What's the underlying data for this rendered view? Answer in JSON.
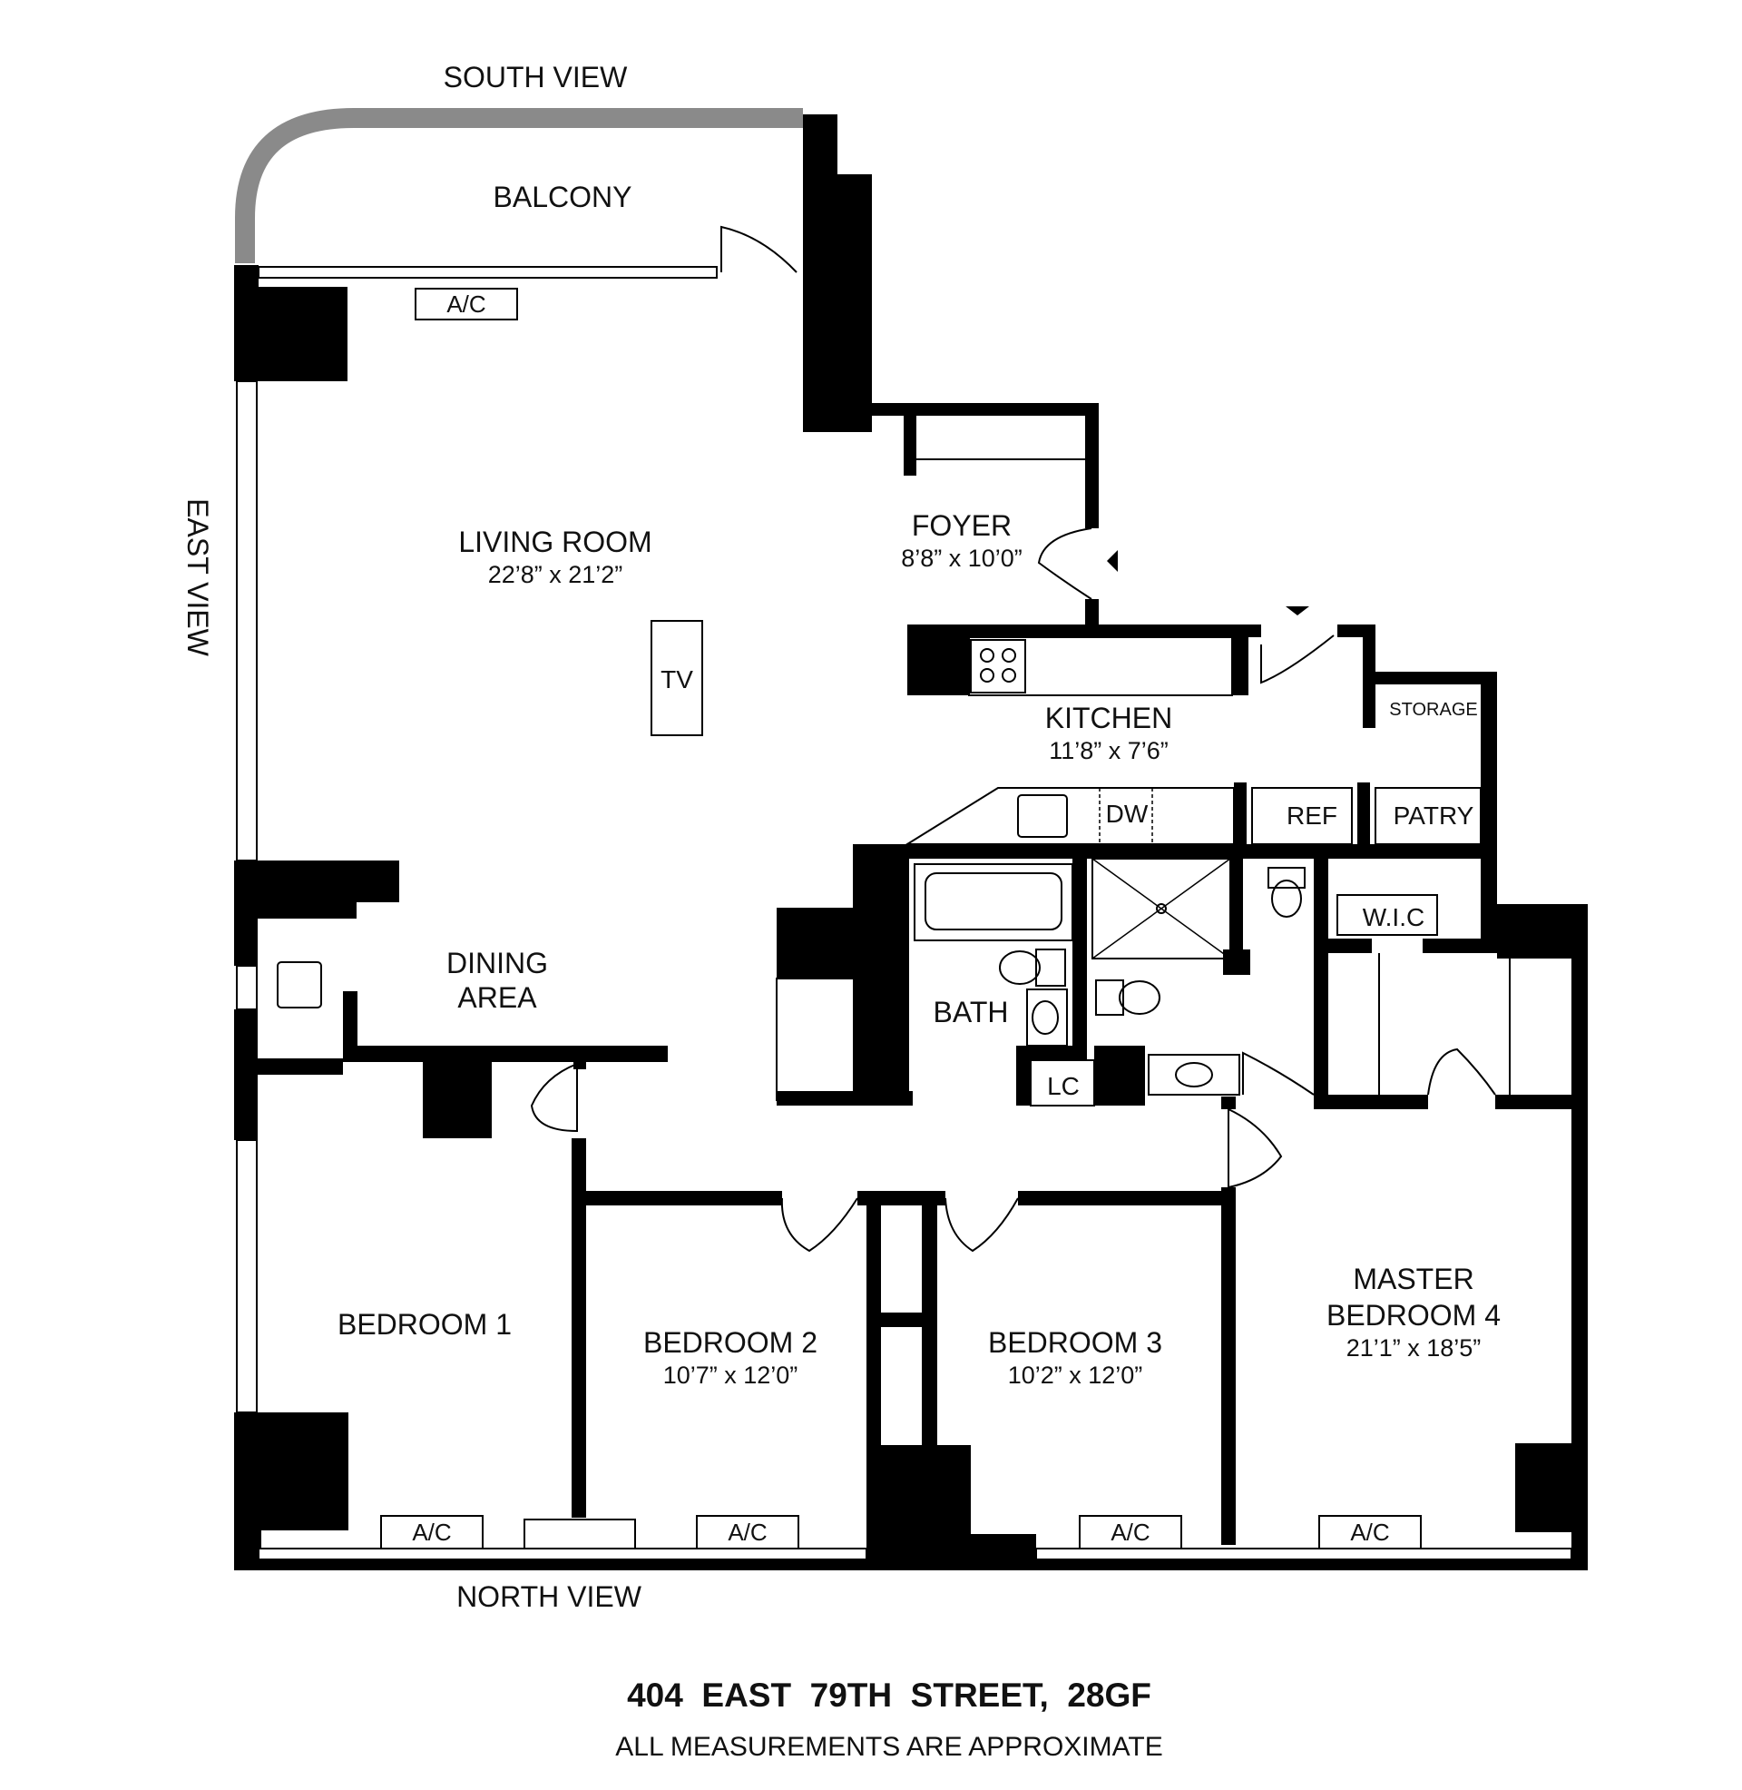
{
  "views": {
    "south": "SOUTH VIEW",
    "east": "EAST VIEW",
    "north": "NORTH VIEW"
  },
  "rooms": {
    "balcony": {
      "name": "BALCONY"
    },
    "living_room": {
      "name": "LIVING ROOM",
      "dims": "22’8” x 21’2”"
    },
    "foyer": {
      "name": "FOYER",
      "dims": "8’8” x 10’0”"
    },
    "kitchen": {
      "name": "KITCHEN",
      "dims": "11’8” x 7’6”"
    },
    "storage": {
      "name": "STORAGE"
    },
    "dining": {
      "name_line1": "DINING",
      "name_line2": "AREA"
    },
    "bath": {
      "name": "BATH"
    },
    "wic": {
      "name": "W.I.C"
    },
    "bedroom1": {
      "name": "BEDROOM 1"
    },
    "bedroom2": {
      "name": "BEDROOM 2",
      "dims": "10’7” x 12’0”"
    },
    "bedroom3": {
      "name": "BEDROOM 3",
      "dims": "10’2” x 12’0”"
    },
    "master": {
      "name_line1": "MASTER",
      "name_line2": "BEDROOM 4",
      "dims": "21’1” x 18’5”"
    }
  },
  "fixtures": {
    "tv": "TV",
    "dw": "DW",
    "ref": "REF",
    "pantry": "PATRY",
    "lc": "LC",
    "ac": "A/C"
  },
  "footer": {
    "address": "404  EAST  79TH  STREET,  28GF",
    "note": "ALL MEASUREMENTS ARE APPROXIMATE"
  }
}
